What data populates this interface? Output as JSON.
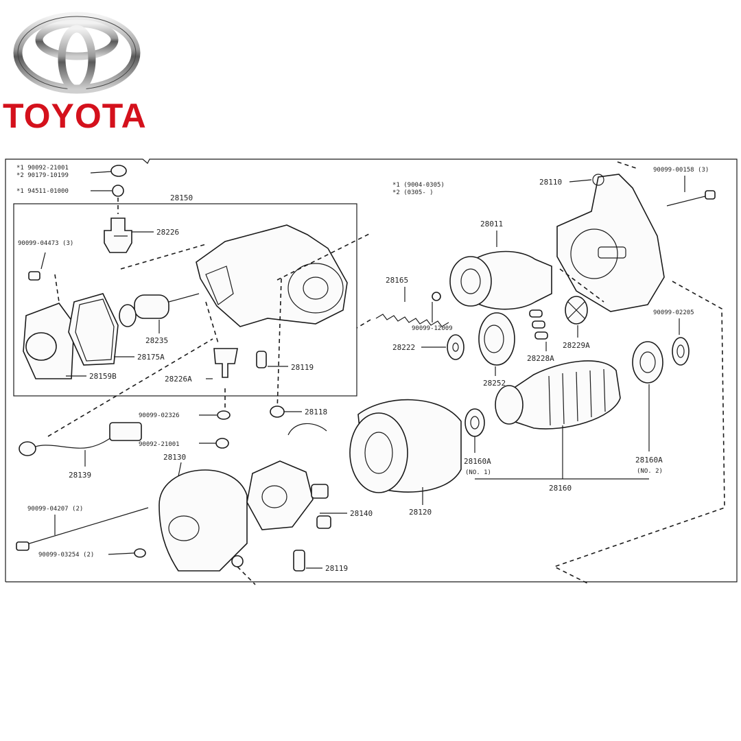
{
  "brand": {
    "name": "TOYOTA",
    "logo_icon": "toyota-emblem-icon",
    "color": "#d4111c"
  },
  "notes": {
    "top_left_1": "*1 90092-21001",
    "top_left_2": "*2 90179-10199",
    "top_left_3": "*1 94511-01000",
    "top_mid_1": "*1 (9004-0305)",
    "top_mid_2": "*2 (0305-     )"
  },
  "parts": {
    "p28150": "28150",
    "p28226": "28226",
    "p90099_04473": "90099-04473 (3)",
    "p28235": "28235",
    "p28175a": "28175A",
    "p28159b": "28159B",
    "p28226a": "28226A",
    "p28119a": "28119",
    "p90099_02326": "90099-02326",
    "p28118": "28118",
    "p90092_21001": "90092-21001",
    "p28139": "28139",
    "p28130": "28130",
    "p90099_04207": "90099-04207 (2)",
    "p90099_03254": "90099-03254 (2)",
    "p28119b": "28119",
    "p28140": "28140",
    "p28120": "28120",
    "p28165": "28165",
    "p90099_12009": "90099-12009",
    "p28222": "28222",
    "p28252": "28252",
    "p28011": "28011",
    "p28228a": "28228A",
    "p28229a": "28229A",
    "p28110": "28110",
    "p90099_00158": "90099-00158 (3)",
    "p90099_02205": "90099-02205",
    "p28160a_1": "28160A",
    "p28160a_1b": "(NO. 1)",
    "p28160a_2": "28160A",
    "p28160a_2b": "(NO. 2)",
    "p28160": "28160"
  }
}
